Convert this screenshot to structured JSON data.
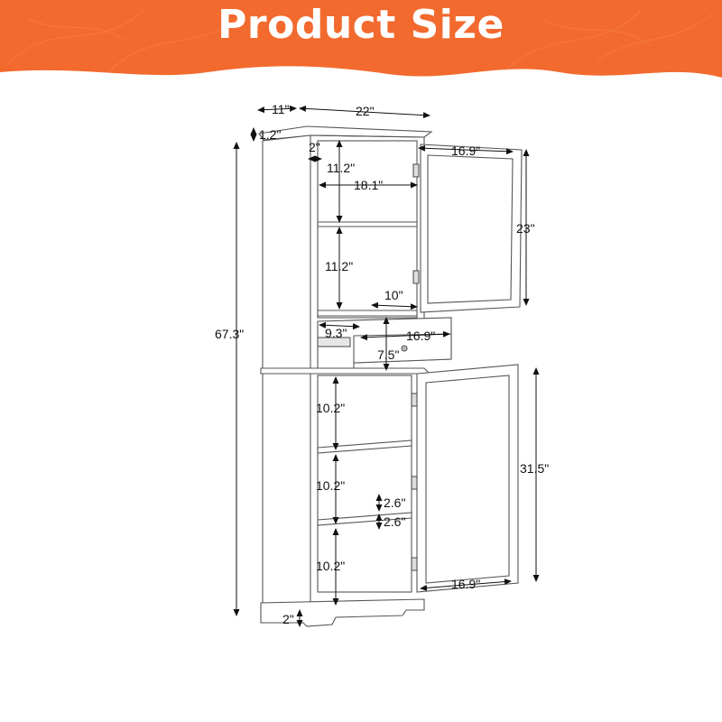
{
  "header": {
    "title": "Product Size",
    "background_color": "#f26a2e",
    "text_color": "#ffffff"
  },
  "dimensions": {
    "total_depth": "11\"",
    "total_width": "22\"",
    "top_thickness": "1.2\"",
    "side_inset": "2\"",
    "upper_door_width": "16.9\"",
    "upper_shelf_gap_top": "11.2\"",
    "upper_interior_width": "18.1\"",
    "upper_shelf_gap_bottom": "11.2\"",
    "upper_door_height": "23\"",
    "drawer_depth": "10\"",
    "drawer_side_depth": "9.3\"",
    "drawer_width": "16.9\"",
    "drawer_height": "7.5\"",
    "total_height": "67.3\"",
    "lower_shelf_gap_1": "10.2\"",
    "lower_shelf_gap_2": "10.2\"",
    "lower_shelf_gap_3": "10.2\"",
    "shelf_pin_spacing_1": "2.6\"",
    "shelf_pin_spacing_2": "2.6\"",
    "lower_door_height": "31.5\"",
    "lower_door_width": "16.9\"",
    "base_height": "2\""
  }
}
